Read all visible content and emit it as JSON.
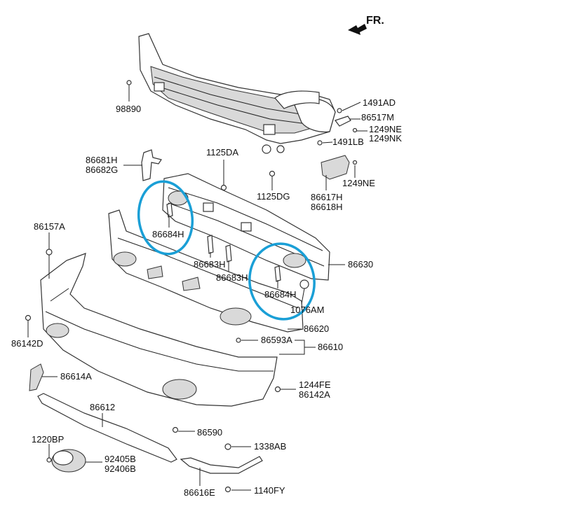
{
  "direction_label": "FR.",
  "callouts": [
    {
      "id": "98890",
      "text": "98890"
    },
    {
      "id": "1491AD",
      "text": "1491AD"
    },
    {
      "id": "86517M",
      "text": "86517M"
    },
    {
      "id": "1249NE_a",
      "text": "1249NE"
    },
    {
      "id": "1249NK",
      "text": "1249NK"
    },
    {
      "id": "1491LB",
      "text": "1491LB"
    },
    {
      "id": "1249NE_b",
      "text": "1249NE"
    },
    {
      "id": "86617H",
      "text": "86617H"
    },
    {
      "id": "86618H",
      "text": "86618H"
    },
    {
      "id": "86681H",
      "text": "86681H"
    },
    {
      "id": "86682G",
      "text": "86682G"
    },
    {
      "id": "1125DA",
      "text": "1125DA"
    },
    {
      "id": "1125DG",
      "text": "1125DG"
    },
    {
      "id": "86157A",
      "text": "86157A"
    },
    {
      "id": "86684H_a",
      "text": "86684H"
    },
    {
      "id": "86683H_a",
      "text": "86683H"
    },
    {
      "id": "86683H_b",
      "text": "86683H"
    },
    {
      "id": "86684H_b",
      "text": "86684H"
    },
    {
      "id": "86630",
      "text": "86630"
    },
    {
      "id": "1076AM",
      "text": "1076AM"
    },
    {
      "id": "86620",
      "text": "86620"
    },
    {
      "id": "86142D",
      "text": "86142D"
    },
    {
      "id": "86593A",
      "text": "86593A"
    },
    {
      "id": "86610",
      "text": "86610"
    },
    {
      "id": "86614A",
      "text": "86614A"
    },
    {
      "id": "1244FE",
      "text": "1244FE"
    },
    {
      "id": "86142A",
      "text": "86142A"
    },
    {
      "id": "86612",
      "text": "86612"
    },
    {
      "id": "86590",
      "text": "86590"
    },
    {
      "id": "1220BP",
      "text": "1220BP"
    },
    {
      "id": "1338AB",
      "text": "1338AB"
    },
    {
      "id": "92405B",
      "text": "92405B"
    },
    {
      "id": "92406B",
      "text": "92406B"
    },
    {
      "id": "86616E",
      "text": "86616E"
    },
    {
      "id": "1140FY",
      "text": "1140FY"
    }
  ],
  "highlight_color": "#1a9fd6"
}
